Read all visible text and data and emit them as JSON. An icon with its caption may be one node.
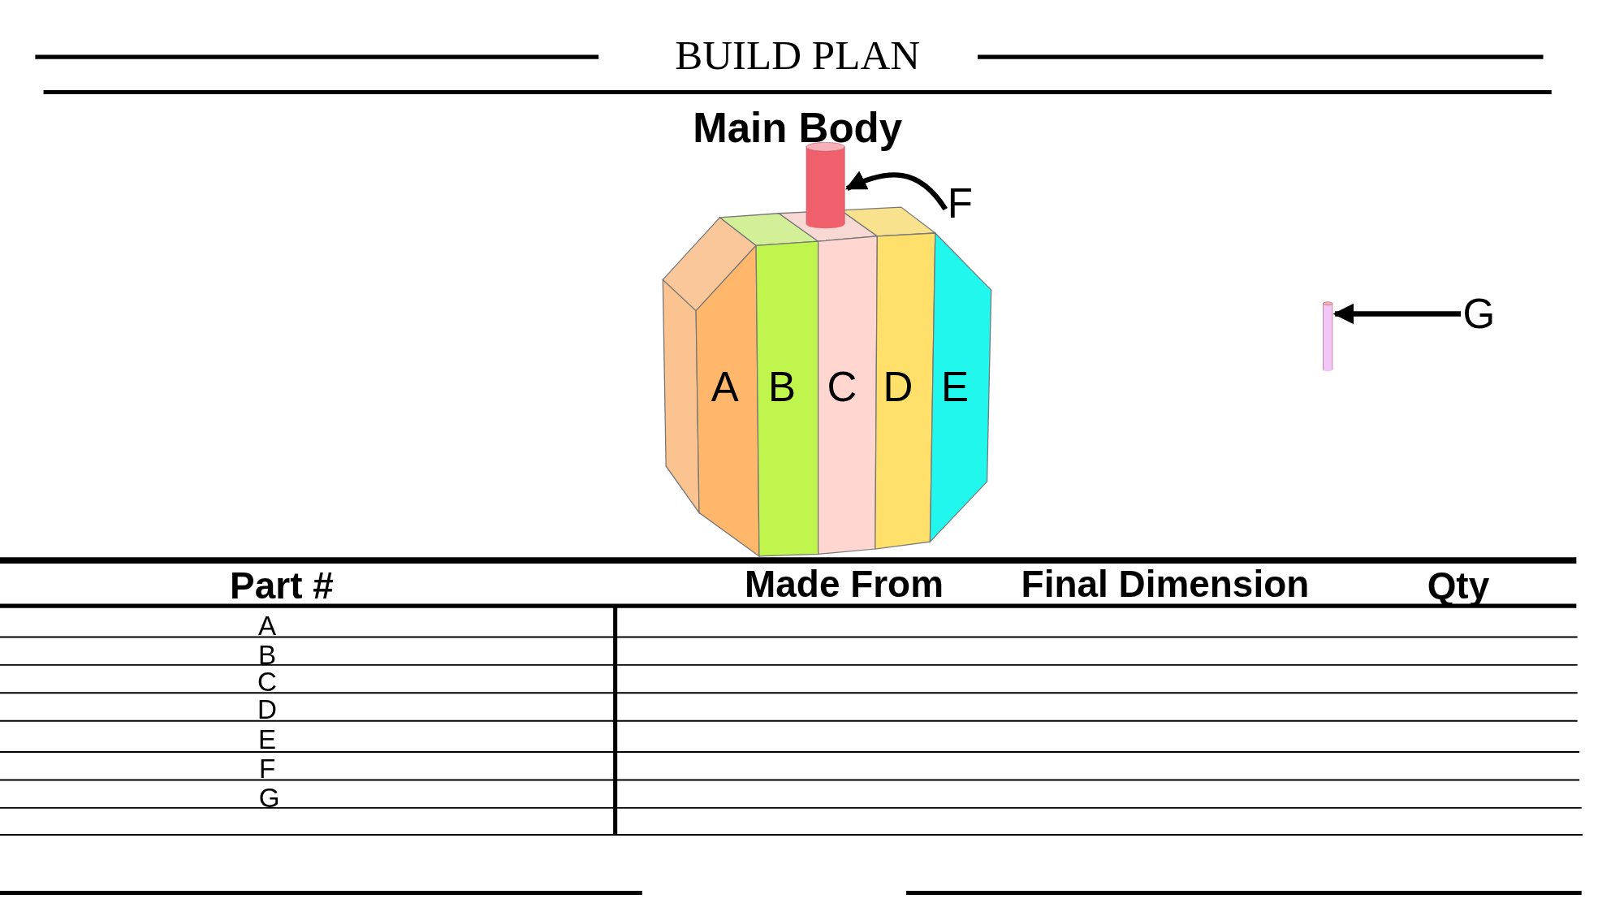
{
  "diagram": {
    "title": "BUILD PLAN",
    "nodes": [
      {
        "text": [
          "F"
        ]
      },
      {
        "text": [],
        "shape": "cylinder"
      },
      {
        "text": [
          "G"
        ]
      },
      {
        "text": [],
        "shape": "cylinder"
      }
    ],
    "edges": [
      {
        "from": 0,
        "to": 1,
        "arrow": "to"
      },
      {
        "from": 2,
        "to": 3,
        "arrow": "to"
      }
    ],
    "labels": [
      "Main Body",
      "A",
      "B",
      "C",
      "D",
      "E",
      "Part #",
      "Made From",
      "Final Dimension",
      "Qty",
      "A",
      "B",
      "C",
      "D",
      "E",
      "F",
      "G"
    ]
  }
}
